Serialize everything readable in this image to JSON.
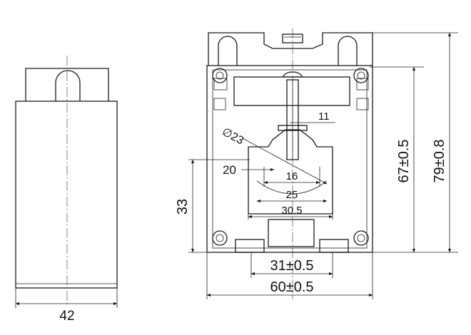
{
  "drawing": {
    "side_view": {
      "width_label": "42"
    },
    "front_view": {
      "labels": {
        "d11": "11",
        "d23": "∅23",
        "d20": "20",
        "d16": "16",
        "d25": "25",
        "d30_5": "30.5",
        "d33": "33",
        "d67": "67±0.5",
        "d79": "79±0.8",
        "d31": "31±0.5",
        "d60": "60±0.5"
      }
    }
  }
}
